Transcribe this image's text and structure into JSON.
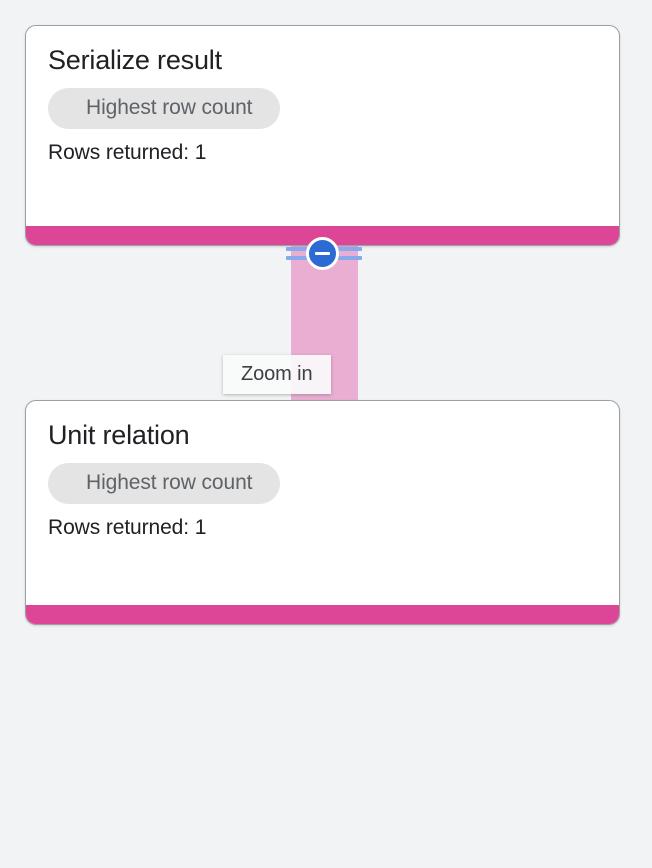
{
  "theme": {
    "page_background": "#f1f3f4",
    "card_background": "#ffffff",
    "card_border": "#9aa0a6",
    "accent_pink": "#dd4597",
    "connector_pink": "#e9aed1",
    "handle_blue": "#2c6ad4",
    "handle_line_blue": "#88a9ed",
    "chip_background": "#e4e4e4",
    "chip_text": "#5f6368",
    "title_text": "#202124"
  },
  "graph": {
    "nodes": [
      {
        "id": "serialize-result",
        "title": "Serialize result",
        "chip_label": "Highest row count",
        "meta_label": "Rows returned: 1",
        "rows_returned": 1
      },
      {
        "id": "unit-relation",
        "title": "Unit relation",
        "chip_label": "Highest row count",
        "meta_label": "Rows returned: 1",
        "rows_returned": 1
      }
    ],
    "edge": {
      "from": "serialize-result",
      "to": "unit-relation",
      "collapse_control": {
        "icon": "minus-circle-icon",
        "state": "expanded"
      }
    }
  },
  "tooltip": {
    "label": "Zoom in",
    "visible": true
  }
}
